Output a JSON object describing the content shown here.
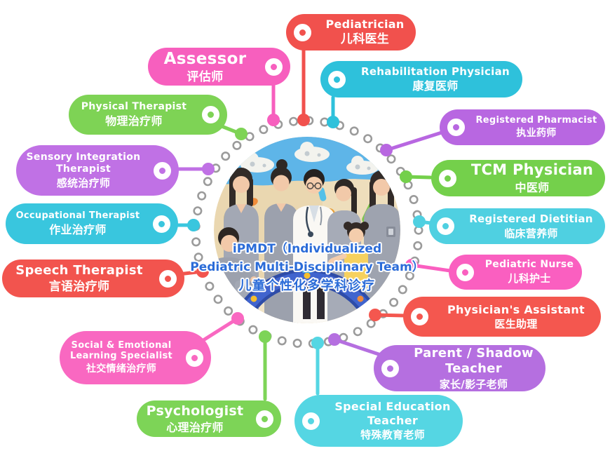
{
  "center": {
    "title_line1": "iPMDT（Individualized",
    "title_line2": "Pediatric Multi-Disciplinary Team）",
    "title_line3": "儿童个性化多学科诊疗",
    "title_color": "#2B6CD8"
  },
  "ring": {
    "dot_fill": "#FFFFFF",
    "dot_border": "#9B9B9B"
  },
  "roles": [
    {
      "id": "pediatrician",
      "en": [
        "Pediatrician"
      ],
      "zh": "儿科医生",
      "color": "#F1514D"
    },
    {
      "id": "assessor",
      "en": [
        "Assessor"
      ],
      "zh": "评估师",
      "color": "#F75FBE"
    },
    {
      "id": "rehab-physician",
      "en": [
        "Rehabilitation Physician"
      ],
      "zh": "康复医师",
      "color": "#2EC1DB"
    },
    {
      "id": "physical-therapist",
      "en": [
        "Physical Therapist"
      ],
      "zh": "物理治疗师",
      "color": "#7ED355"
    },
    {
      "id": "sensory-integration-therapist",
      "en": [
        "Sensory Integration",
        "Therapist"
      ],
      "zh": "感统治疗师",
      "color": "#C071E5"
    },
    {
      "id": "occupational-therapist",
      "en": [
        "Occupational Therapist"
      ],
      "zh": "作业治疗师",
      "color": "#39C6DE"
    },
    {
      "id": "speech-therapist",
      "en": [
        "Speech Therapist"
      ],
      "zh": "言语治疗师",
      "color": "#F2544E"
    },
    {
      "id": "social-emotional-specialist",
      "en": [
        "Social & Emotional",
        "Learning Specialist"
      ],
      "zh": "社交情绪治疗师",
      "color": "#F968C1"
    },
    {
      "id": "psychologist",
      "en": [
        "Psychologist"
      ],
      "zh": "心理治疗师",
      "color": "#7DD457"
    },
    {
      "id": "special-education-teacher",
      "en": [
        "Special Education",
        "Teacher"
      ],
      "zh": "特殊教育老师",
      "color": "#55D6E3"
    },
    {
      "id": "parent-shadow-teacher",
      "en": [
        "Parent / Shadow",
        "Teacher"
      ],
      "zh": "家长/影子老师",
      "color": "#B56FE0"
    },
    {
      "id": "physicians-assistant",
      "en": [
        "Physician's Assistant"
      ],
      "zh": "医生助理",
      "color": "#F4574F"
    },
    {
      "id": "pediatric-nurse",
      "en": [
        "Pediatric Nurse"
      ],
      "zh": "儿科护士",
      "color": "#FA5FC0"
    },
    {
      "id": "registered-dietitian",
      "en": [
        "Registered Dietitian"
      ],
      "zh": "临床营养师",
      "color": "#4FD0E1"
    },
    {
      "id": "tcm-physician",
      "en": [
        "TCM Physician"
      ],
      "zh": "中医师",
      "color": "#74D04B"
    },
    {
      "id": "registered-pharmacist",
      "en": [
        "Registered Pharmacist"
      ],
      "zh": "执业药师",
      "color": "#B867E1"
    }
  ]
}
